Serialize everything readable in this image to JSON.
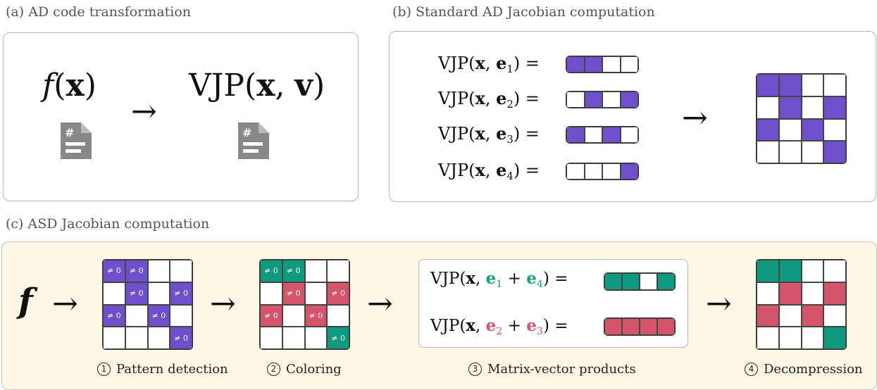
{
  "captions": {
    "a": "(a) AD code transformation",
    "b": "(b) Standard AD Jacobian computation",
    "c": "(c) ASD Jacobian computation"
  },
  "panel_a": {
    "left_func": "f",
    "left_arg": "x",
    "right_func": "VJP",
    "right_arg1": "x",
    "right_arg2": "v",
    "file_icon": "hash-document-icon",
    "arrow": "→"
  },
  "panel_b": {
    "vjp_label": "VJP",
    "x_label": "x",
    "e_label": "e",
    "subscripts": [
      "1",
      "2",
      "3",
      "4"
    ],
    "arrow": "→",
    "rows": [
      [
        1,
        1,
        0,
        0
      ],
      [
        0,
        1,
        0,
        1
      ],
      [
        1,
        0,
        1,
        0
      ],
      [
        0,
        0,
        0,
        1
      ]
    ],
    "color_fill": "#6f4fcb"
  },
  "panel_c": {
    "f_label": "f",
    "arrow": "→",
    "nonzero_label": "≠ 0",
    "pattern": [
      [
        1,
        1,
        0,
        0
      ],
      [
        0,
        1,
        0,
        1
      ],
      [
        1,
        0,
        1,
        0
      ],
      [
        0,
        0,
        0,
        1
      ]
    ],
    "coloring": [
      [
        "t",
        "t",
        "",
        ""
      ],
      [
        "",
        "r",
        "",
        "r"
      ],
      [
        "r",
        "",
        "r",
        ""
      ],
      [
        "",
        "",
        "",
        "t"
      ]
    ],
    "vjp1": {
      "label": "VJP",
      "x": "x",
      "e_a": "e",
      "sub_a": "1",
      "plus": "+",
      "e_b": "e",
      "sub_b": "4",
      "vector": [
        "t",
        "t",
        "",
        "t"
      ]
    },
    "vjp2": {
      "label": "VJP",
      "x": "x",
      "e_a": "e",
      "sub_a": "2",
      "plus": "+",
      "e_b": "e",
      "sub_b": "3",
      "vector": [
        "r",
        "r",
        "r",
        "r"
      ]
    },
    "steps": [
      {
        "num": "1",
        "label": "Pattern detection"
      },
      {
        "num": "2",
        "label": "Coloring"
      },
      {
        "num": "3",
        "label": "Matrix-vector products"
      },
      {
        "num": "4",
        "label": "Decompression"
      }
    ],
    "colors": {
      "purple": "#6f4fcb",
      "teal": "#0e9a7e",
      "red": "#d4546a",
      "background": "#fdf7e6"
    }
  }
}
